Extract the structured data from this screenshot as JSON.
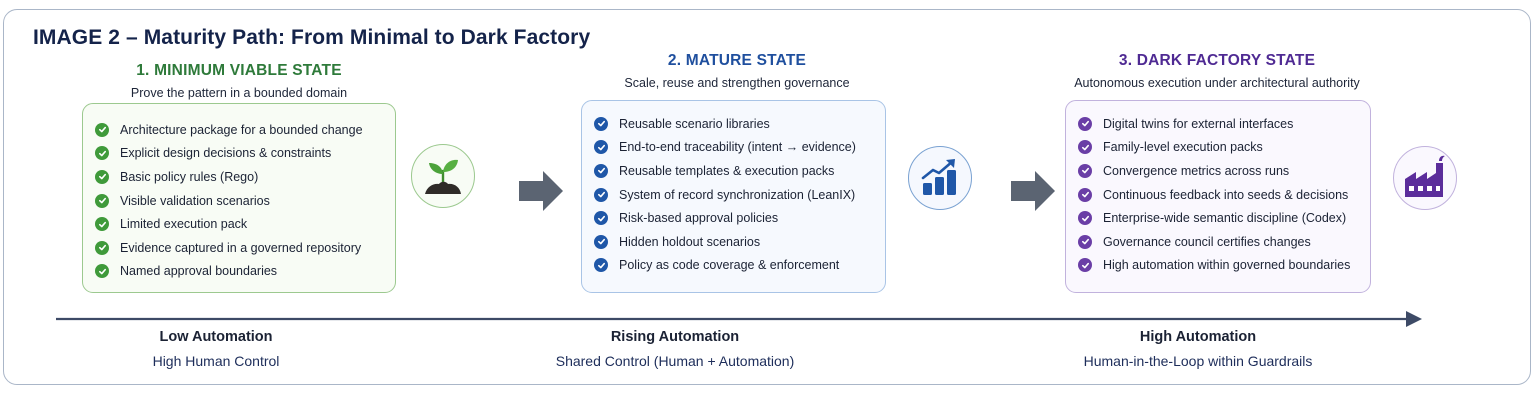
{
  "title": "IMAGE 2 – Maturity Path: From Minimal to Dark Factory",
  "colors": {
    "green": "#3f9a3a",
    "blue": "#1f57a8",
    "purple": "#5b2d9b",
    "arrow": "#5b6472"
  },
  "stages": [
    {
      "title": "1. MINIMUM VIABLE STATE",
      "subtitle": "Prove the pattern in a bounded domain",
      "icon": "sprout-icon",
      "items": [
        "Architecture package for a bounded change",
        "Explicit design decisions & constraints",
        "Basic policy rules (Rego)",
        "Visible validation scenarios",
        "Limited execution pack",
        "Evidence captured in a governed repository",
        "Named approval boundaries"
      ]
    },
    {
      "title": "2. MATURE STATE",
      "subtitle": "Scale, reuse and strengthen governance",
      "icon": "growth-chart-icon",
      "items": [
        "Reusable scenario libraries",
        "End-to-end traceability (intent → evidence)",
        "Reusable templates & execution packs",
        "System of record synchronization (LeanIX)",
        "Risk-based approval policies",
        "Hidden holdout scenarios",
        "Policy as code coverage & enforcement"
      ]
    },
    {
      "title": "3. DARK FACTORY STATE",
      "subtitle": "Autonomous execution under architectural authority",
      "icon": "factory-icon",
      "items": [
        "Digital twins for external interfaces",
        "Family-level execution packs",
        "Convergence metrics across runs",
        "Continuous feedback into seeds & decisions",
        "Enterprise-wide semantic discipline (Codex)",
        "Governance council certifies changes",
        "High automation within governed boundaries"
      ]
    }
  ],
  "axis": [
    {
      "title": "Low Automation",
      "subtitle": "High Human Control"
    },
    {
      "title": "Rising Automation",
      "subtitle": "Shared Control (Human + Automation)"
    },
    {
      "title": "High Automation",
      "subtitle": "Human-in-the-Loop within Guardrails"
    }
  ]
}
